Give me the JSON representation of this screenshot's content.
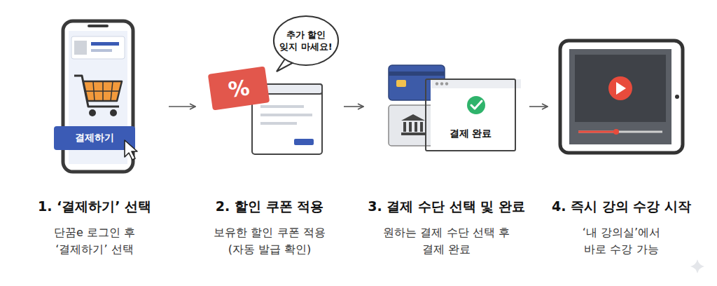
{
  "diagram": {
    "nodes": [
      {
        "text": [
          "1. ‘결제하기’ 선택",
          "단꿈e 로그인 후 ‘결제하기’ 선택"
        ]
      },
      {
        "text": [
          "결제하기"
        ],
        "in": 0
      },
      {
        "text": [
          "2. 할인 쿠폰 적용",
          "보유한 할인 쿠폰 적용 (자동 발급 확인)"
        ]
      },
      {
        "text": [
          "%"
        ],
        "in": 2
      },
      {
        "text": [
          "추가 할인 잊지 마세요!"
        ],
        "in": 2
      },
      {
        "text": [
          "3. 결제 수단 선택 및 완료",
          "원하는 결제 수단 선택 후 결제 완료"
        ]
      },
      {
        "text": [
          "결제 완료"
        ],
        "in": 5
      },
      {
        "text": [
          "4. 즉시 강의 수강 시작",
          "‘내 강의실’에서 바로 수강 가능"
        ]
      }
    ],
    "edges": [
      {
        "from": 0,
        "to": 2,
        "arrow": "to"
      },
      {
        "from": 2,
        "to": 5,
        "arrow": "to"
      },
      {
        "from": 5,
        "to": 7,
        "arrow": "to"
      }
    ]
  }
}
